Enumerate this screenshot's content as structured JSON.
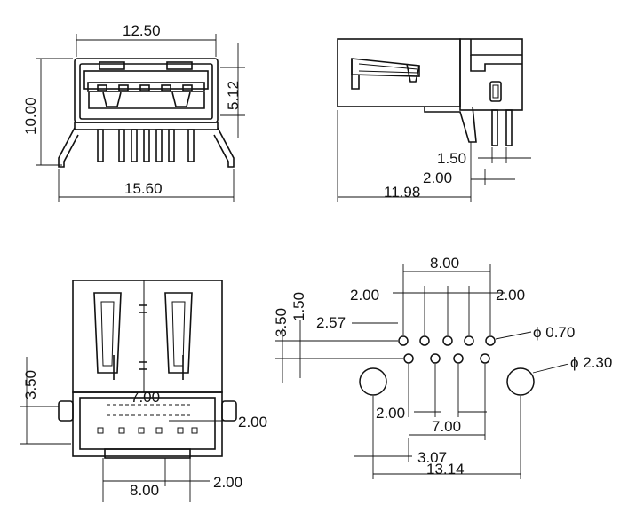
{
  "front_view": {
    "width_top": "12.50",
    "height": "10.00",
    "height_right": "5.12",
    "width_bottom": "15.60"
  },
  "side_view": {
    "pin_pitch": "1.50",
    "offset": "2.00",
    "length": "11.98"
  },
  "bottom_view": {
    "height": "3.50",
    "inner_width": "7.00",
    "right_gap": "2.00",
    "pad_width": "8.00",
    "pad_gap": "2.00"
  },
  "footprint": {
    "top_span": "8.00",
    "pitch_left": "2.00",
    "pitch_right": "2.00",
    "row_offset_total": "3.50",
    "row_offset": "1.50",
    "edge_offset": "2.57",
    "pin_hole": "ϕ 0.70",
    "mount_hole": "ϕ 2.30",
    "pitch_bottom": "2.00",
    "bottom_span": "7.00",
    "mount_offset": "3.07",
    "mount_span": "13.14"
  }
}
